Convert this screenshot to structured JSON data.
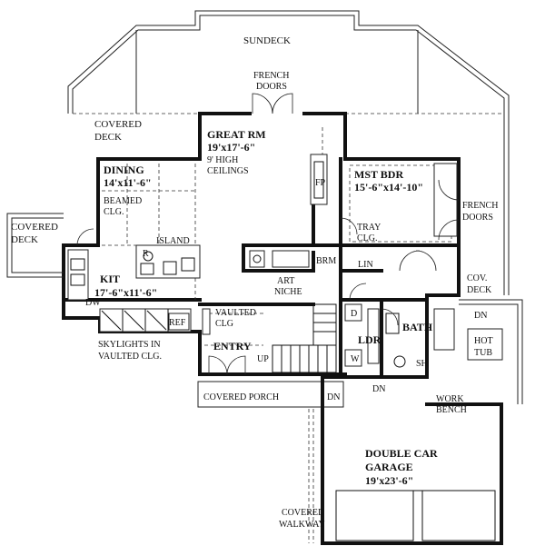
{
  "labels": {
    "sundeck": "SUNDECK",
    "french_doors_top_1": "FRENCH",
    "french_doors_top_2": "DOORS",
    "covered_deck_1": "COVERED",
    "covered_deck_2": "DECK",
    "great_rm": "GREAT RM",
    "great_rm_size": "19'x17'-6\"",
    "great_rm_note_1": "9' HIGH",
    "great_rm_note_2": "CEILINGS",
    "dining": "DINING",
    "dining_size": "14'x11'-6\"",
    "dining_note_1": "BEAMED",
    "dining_note_2": "CLG.",
    "fp": "FP",
    "mst_bdr": "MST BDR",
    "mst_bdr_size": "15'-6\"x14'-10\"",
    "tray_1": "TRAY",
    "tray_2": "CLG.",
    "french_doors_right_1": "FRENCH",
    "french_doors_right_2": "DOORS",
    "covered_deck_left_1": "COVERED",
    "covered_deck_left_2": "DECK",
    "r": "R",
    "island": "ISLAND",
    "brm": "BRM",
    "lin": "LIN",
    "kit": "KIT",
    "kit_size": "17'-6\"x11'-6\"",
    "dw": "DW",
    "art_1": "ART",
    "art_2": "NICHE",
    "cov_deck_1": "COV.",
    "cov_deck_2": "DECK",
    "dn_1": "DN",
    "vaulted_1": "VAULTED",
    "vaulted_2": "CLG",
    "ref": "REF",
    "bath": "BATH",
    "ldr": "LDR",
    "d": "D",
    "w": "W",
    "hot_1": "HOT",
    "hot_2": "TUB",
    "skylights_1": "SKYLIGHTS IN",
    "skylights_2": "VAULTED CLG.",
    "entry": "ENTRY",
    "up": "UP",
    "sh": "SH",
    "covered_porch": "COVERED PORCH",
    "dn_2": "DN",
    "dn_3": "DN",
    "work_1": "WORK",
    "work_2": "BENCH",
    "garage_1": "DOUBLE CAR",
    "garage_2": "GARAGE",
    "garage_size": "19'x23'-6\"",
    "walkway_1": "COVERED",
    "walkway_2": "WALKWAY"
  }
}
